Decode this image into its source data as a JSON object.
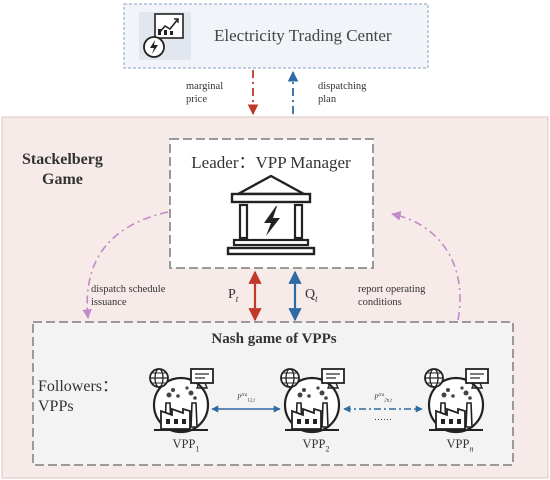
{
  "trading_center": {
    "title": "Electricity Trading Center"
  },
  "arrows": {
    "marginal_price": [
      "marginal",
      "price"
    ],
    "dispatching_plan": [
      "dispatching",
      "plan"
    ],
    "p_t": {
      "base": "P",
      "sub": "t"
    },
    "q_t": {
      "base": "Q",
      "sub": "t"
    },
    "dispatch_schedule": [
      "dispatch schedule",
      "issuance"
    ],
    "report_conditions": [
      "report operating",
      "conditions"
    ]
  },
  "stackelberg": {
    "title_lines": [
      "Stackelberg",
      "Game"
    ]
  },
  "leader": {
    "title": "Leader：VPP Manager"
  },
  "nash": {
    "title": "Nash game of VPPs"
  },
  "followers": {
    "label_lines": [
      "Followers：",
      "VPPs"
    ]
  },
  "vpps": [
    {
      "base": "VPP",
      "sub": "1"
    },
    {
      "base": "VPP",
      "sub": "2"
    },
    {
      "base": "VPP",
      "sub": "n"
    }
  ],
  "trade_labels": [
    {
      "base": "P",
      "sup": "tra",
      "sub": "12,t"
    },
    {
      "base": "P",
      "sup": "tra",
      "sub": "2n,t"
    }
  ],
  "dots": "……",
  "colors": {
    "red": "#c0392b",
    "blue": "#2e6aa3",
    "purple": "#c38ac8",
    "frame": "#888888",
    "outer_bg": "#f6ebe8",
    "inner_bg": "#f3f3f3",
    "tc_bg": "#f1f4f8",
    "tc_border": "#9fb2cc"
  }
}
